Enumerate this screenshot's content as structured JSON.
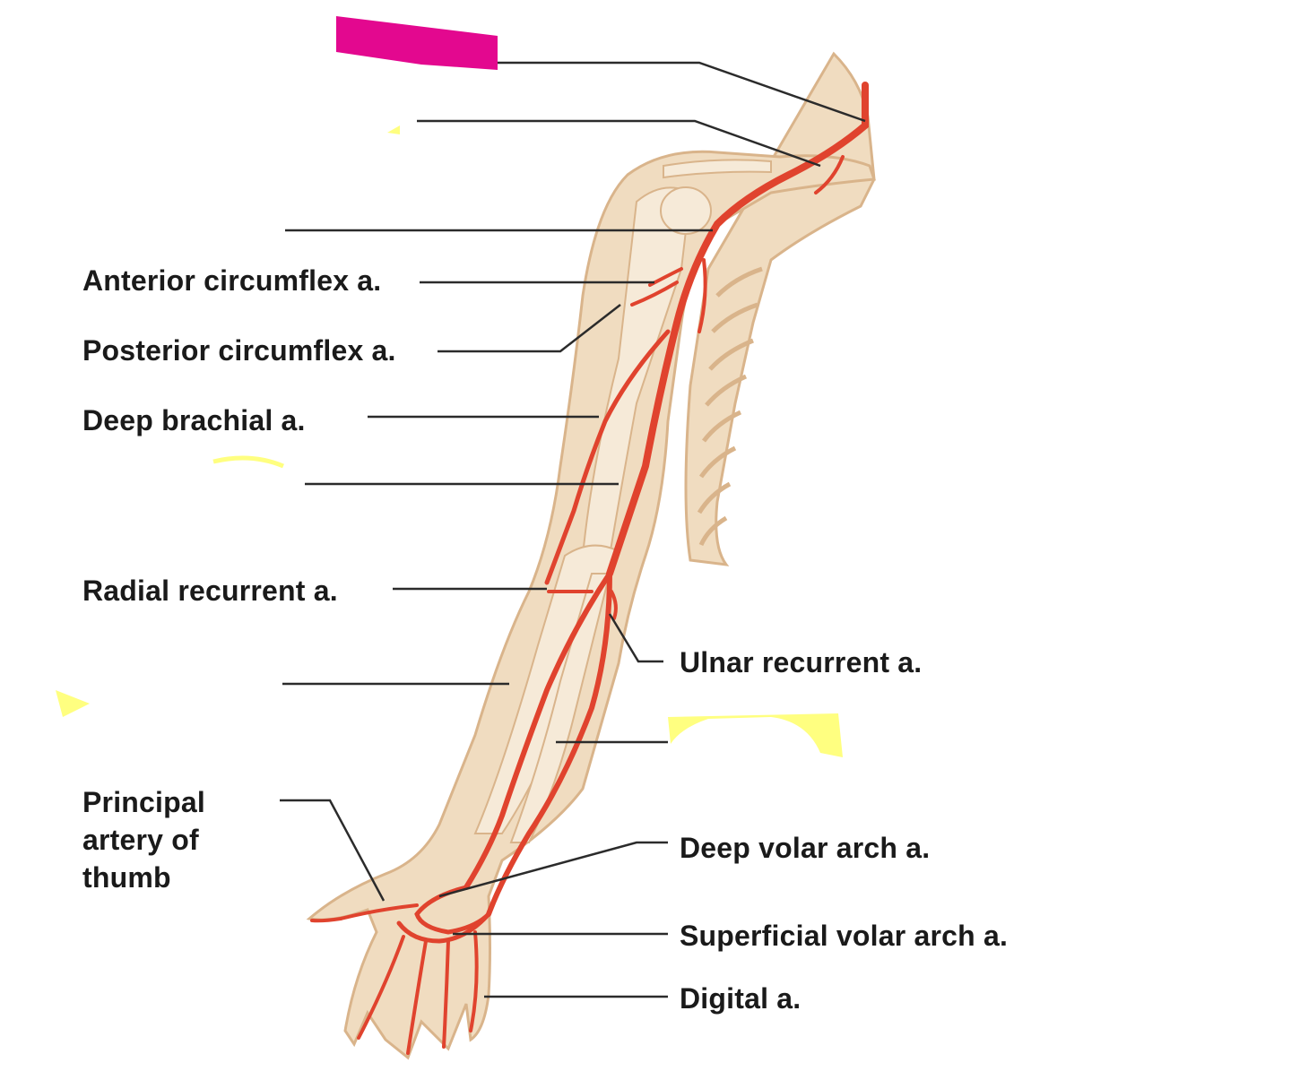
{
  "colors": {
    "background": "#ffffff",
    "skin": "#f0dcc0",
    "skin_shadow": "#d9b48b",
    "bone": "#f6ead8",
    "artery": "#e0432e",
    "artery_dark": "#c12a1c",
    "leader_line": "#2b2b2b",
    "label_mask_magenta": "#e3088f",
    "label_mask_yellow": "#ffff80"
  },
  "labels": {
    "anterior_circumflex": "Anterior circumflex a.",
    "posterior_circumflex": "Posterior circumflex a.",
    "deep_brachial": "Deep brachial a.",
    "radial_recurrent": "Radial recurrent a.",
    "principal_artery_of_thumb": "Principal artery of thumb",
    "ulnar_recurrent": "Ulnar recurrent a.",
    "deep_volar_arch": "Deep volar arch a.",
    "superficial_volar_arch": "Superficial volar arch a.",
    "digital": "Digital a."
  }
}
